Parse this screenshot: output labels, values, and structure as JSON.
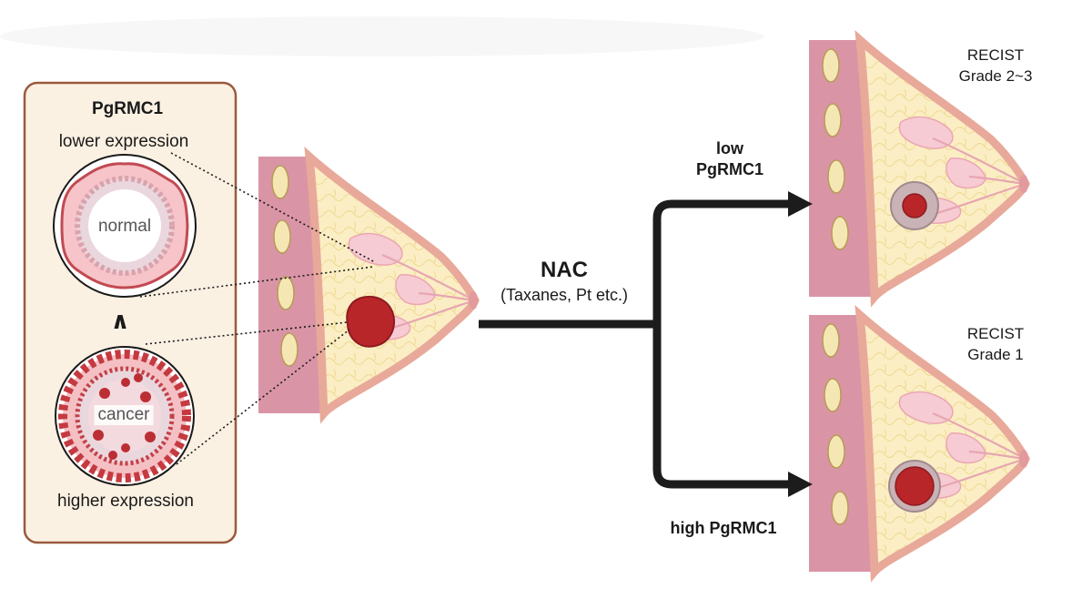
{
  "panel": {
    "title": "PgRMC1",
    "top_label": "lower expression",
    "bottom_label": "higher expression",
    "normal_label": "normal",
    "cancer_label": "cancer",
    "compare_symbol": "∧"
  },
  "treatment": {
    "title": "NAC",
    "subtitle": "(Taxanes, Pt etc.)"
  },
  "branches": {
    "low": {
      "line1": "low",
      "line2": "PgRMC1"
    },
    "high": {
      "line1": "high PgRMC1"
    }
  },
  "outcomes": {
    "top": {
      "line1": "RECIST",
      "line2": "Grade 2~3"
    },
    "bottom": {
      "line1": "RECIST",
      "line2": "Grade 1"
    }
  },
  "colors": {
    "panel_fill": "#fbf1e3",
    "panel_border": "#9a5a3c",
    "fat": "#fbeec4",
    "skin": "#f3c5b8",
    "muscle": "#d88da0",
    "lobule": "#f6cdd5",
    "tumor": "#b8262a",
    "arrow": "#1c1c1c"
  }
}
